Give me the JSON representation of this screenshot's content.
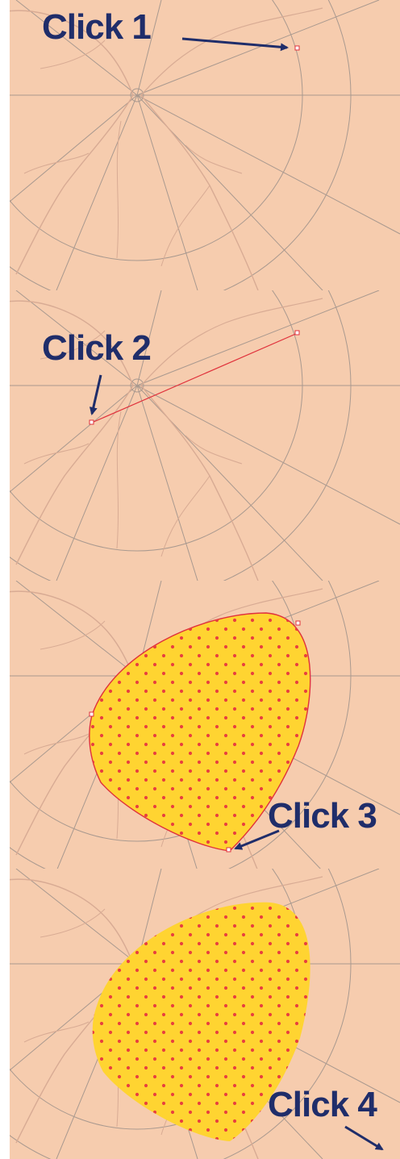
{
  "steps": [
    {
      "label": "Click 1"
    },
    {
      "label": "Click 2"
    },
    {
      "label": "Click 3"
    },
    {
      "label": "Click 4"
    }
  ],
  "colors": {
    "background": "#f6ccae",
    "grid_line": "#a9998f",
    "vessel": "#d8ab94",
    "marker": "#e0313b",
    "fill": "#ffd431",
    "dot": "#e8403f",
    "annotation": "#1f2d6a"
  }
}
